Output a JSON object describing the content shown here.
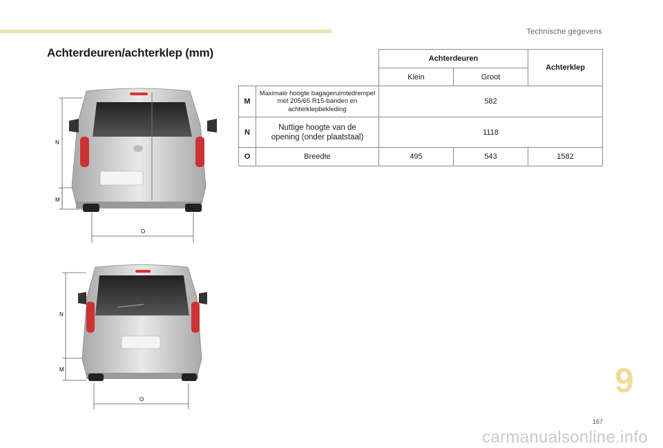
{
  "header": {
    "section": "Technische gegevens"
  },
  "page": {
    "title": "Achterdeuren/achterklep (mm)",
    "number": "167",
    "chapter": "9"
  },
  "table": {
    "group_header": "Achterdeuren",
    "tailgate_header": "Achterklep",
    "sub_small": "Klein",
    "sub_large": "Groot",
    "rows": [
      {
        "letter": "M",
        "label": "Maximale hoogte bagageruimtedrempel met 205/65 R15-banden en achterklepbekleding",
        "value": "582"
      },
      {
        "letter": "N",
        "label": "Nuttige hoogte van de opening (onder plaatstaal)",
        "value": "1118"
      },
      {
        "letter": "O",
        "label": "Breedte",
        "small": "495",
        "large": "543",
        "tailgate": "1582"
      }
    ]
  },
  "diagram": {
    "label_n": "N",
    "label_m": "M",
    "label_o": "O"
  },
  "watermark": "carmanualsonline.info"
}
